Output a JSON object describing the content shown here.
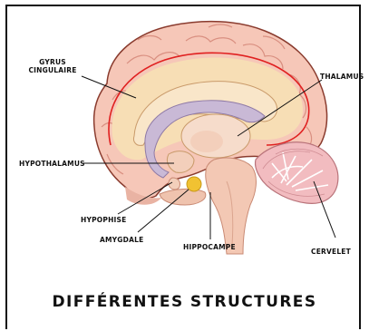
{
  "labels": {
    "gyrus": [
      "GYRUS",
      "CINGULAIRE"
    ],
    "thalamus": "THALAMUS",
    "hypothalamus": "HYPOTHALAMUS",
    "hypophise": "HYPOPHISE",
    "amygdale": "AMYGDALE",
    "hippocampe": "HIPPOCAMPE",
    "cervelet": "CERVELET"
  },
  "title": "DIFFÉRENTES STRUCTURES",
  "colors": {
    "cortex": "#f6c7b8",
    "cortex_outline": "#8a3b2e",
    "cingulate_line": "#e02020",
    "cingulate_fill": "#f7deb5",
    "thalamus": "#f6dccb",
    "fornix": "#c9b9d6",
    "amygdala": "#f1c232",
    "cerebellum": "#f2bcc0",
    "brainstem": "#f3c8b4"
  }
}
